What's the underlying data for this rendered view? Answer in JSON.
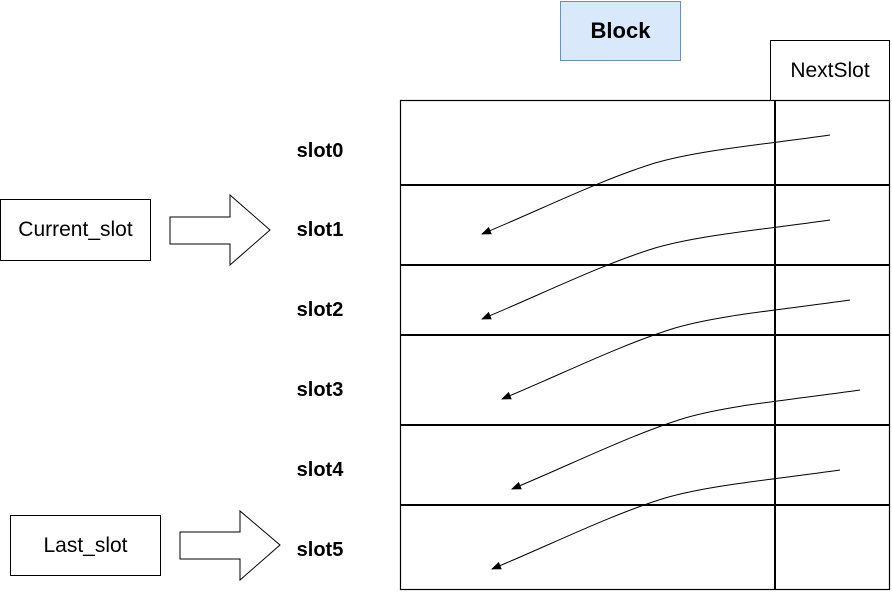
{
  "block": {
    "title": "Block",
    "nextslot_header": "NextSlot",
    "slots": [
      "slot0",
      "slot1",
      "slot2",
      "slot3",
      "slot4",
      "slot5"
    ]
  },
  "pointers": {
    "current_slot": {
      "label": "Current_slot",
      "target": "slot1"
    },
    "last_slot": {
      "label": "Last_slot",
      "target": "slot5"
    }
  },
  "links": [
    {
      "from": "slot0",
      "to": "slot1"
    },
    {
      "from": "slot1",
      "to": "slot2"
    },
    {
      "from": "slot2",
      "to": "slot3"
    },
    {
      "from": "slot3",
      "to": "slot4"
    },
    {
      "from": "slot4",
      "to": "slot5"
    }
  ]
}
